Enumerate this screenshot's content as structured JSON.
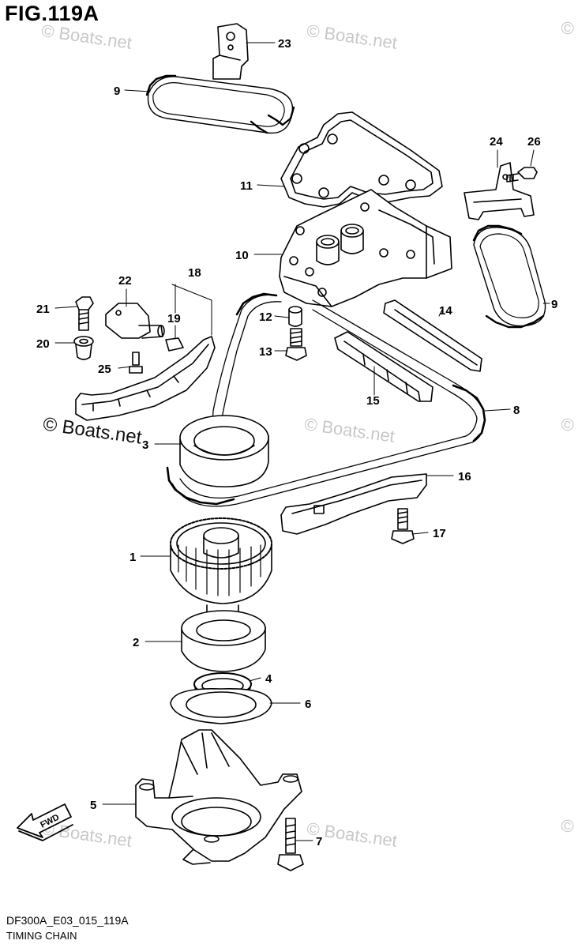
{
  "figure": {
    "title": "FIG.119A",
    "code": "DF300A_E03_015_119A",
    "name": "TIMING CHAIN"
  },
  "watermark": {
    "text": "© Boats.net",
    "color": "#c8c8c8"
  },
  "direction_arrow": "FWD",
  "callouts": [
    "1",
    "2",
    "3",
    "4",
    "5",
    "6",
    "7",
    "8",
    "9",
    "9",
    "10",
    "11",
    "12",
    "13",
    "14",
    "15",
    "16",
    "17",
    "18",
    "19",
    "20",
    "21",
    "22",
    "23",
    "24",
    "25",
    "26"
  ]
}
